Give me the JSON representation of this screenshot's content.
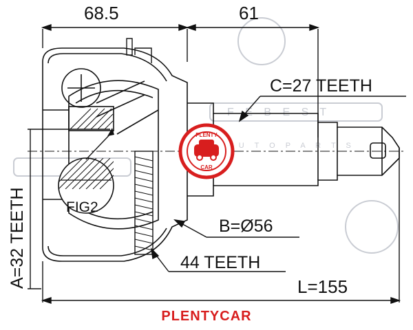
{
  "dimensions": {
    "left_length": "68.5",
    "right_length": "61",
    "total_length": "L=155"
  },
  "labels": {
    "c_teeth": "C=27 TEETH",
    "b_diameter": "B=Ø56",
    "abs_teeth": "44 TEETH",
    "a_teeth": "A=32 TEETH",
    "fig": "FIG2"
  },
  "brand": {
    "caption": "PLENTYCAR",
    "logo_top": "PLENTY",
    "logo_bottom": "CAR",
    "color": "#d81e1e"
  },
  "watermark": {
    "text_top": "F E B E S T",
    "text_mid": "A U T O   P A R T S"
  }
}
